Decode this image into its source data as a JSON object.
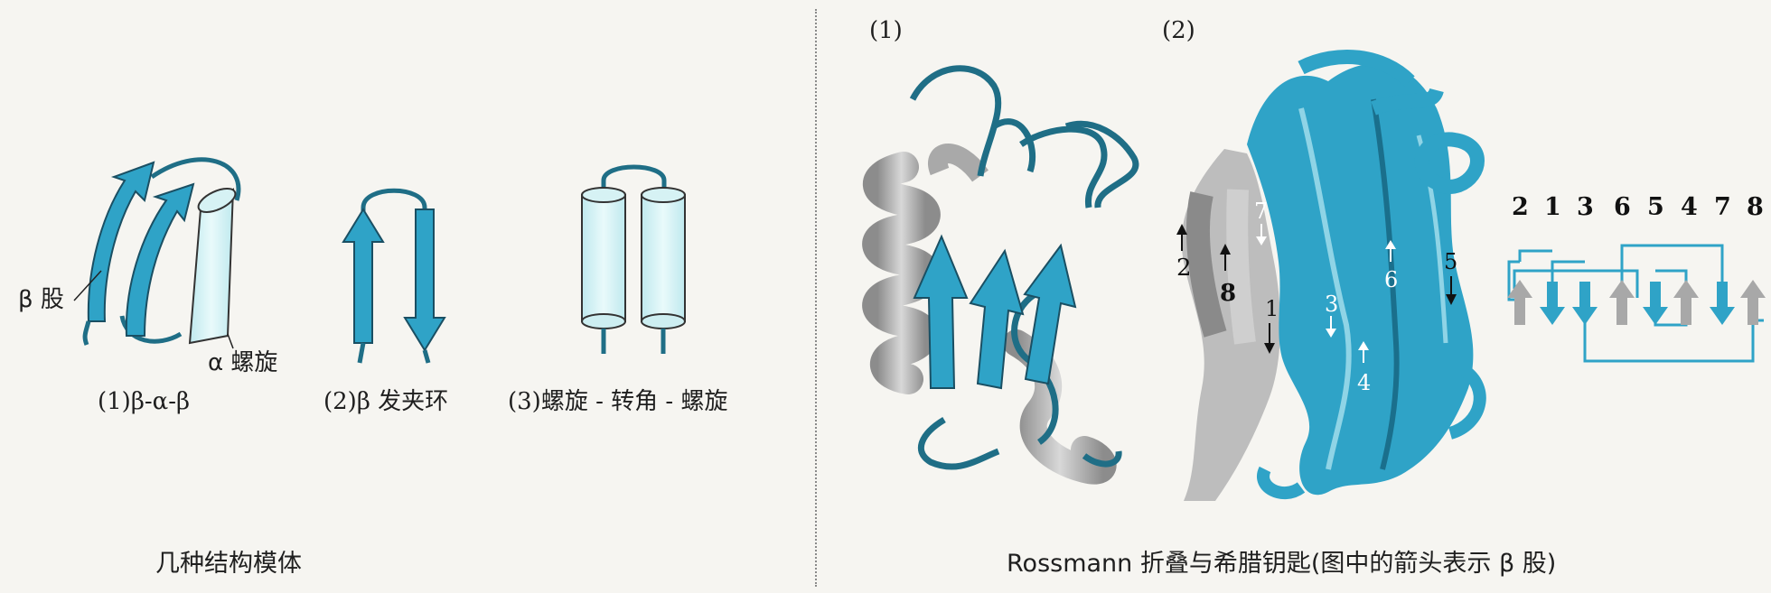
{
  "left_panel": {
    "motifs": [
      {
        "label": "(1)β-α-β"
      },
      {
        "label": "(2)β 发夹环"
      },
      {
        "label": "(3)螺旋 - 转角 - 螺旋"
      }
    ],
    "beta_strand_label": "β 股",
    "alpha_helix_label": "α 螺旋",
    "caption": "几种结构模体"
  },
  "right_panel": {
    "panel1_label": "(1)",
    "panel2_label": "(2)",
    "strand_numbers": [
      "1",
      "2",
      "3",
      "4",
      "5",
      "6",
      "7",
      "8"
    ],
    "topology_order": [
      "2",
      "1",
      "3",
      "6",
      "5",
      "4",
      "7",
      "8"
    ],
    "caption": "Rossmann 折叠与希腊钥匙(图中的箭头表示 β 股)"
  },
  "colors": {
    "strand": "#2fa3c7",
    "strand_dark": "#1a6f8c",
    "helix_fill": "#d6f2f4",
    "coil": "#1f6e86",
    "gray": "#9a9a9a",
    "gray_light": "#c9c9c9",
    "background": "#f6f5f1"
  }
}
